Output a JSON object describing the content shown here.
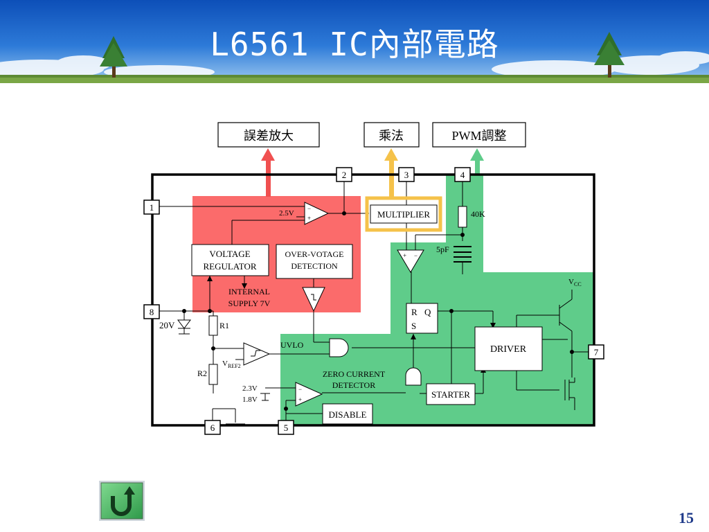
{
  "slide": {
    "title": "L6561  IC內部電路",
    "page_number": "15"
  },
  "diagram": {
    "top_labels": {
      "error_amp": "誤差放大",
      "multiplier": "乘法",
      "pwm": "PWM調整"
    },
    "pins": [
      "1",
      "2",
      "3",
      "4",
      "5",
      "6",
      "7",
      "8"
    ],
    "blocks": {
      "multiplier": "MULTIPLIER",
      "voltage_regulator_1": "VOLTAGE",
      "voltage_regulator_2": "REGULATOR",
      "ovp_1": "OVER-VOTAGE",
      "ovp_2": "DETECTION",
      "internal_supply_1": "INTERNAL",
      "internal_supply_2": "SUPPLY 7V",
      "driver": "DRIVER",
      "starter": "STARTER",
      "disable": "DISABLE",
      "zcd_1": "ZERO CURRENT",
      "zcd_2": "DETECTOR",
      "uvlo": "UVLO",
      "latch_r": "R",
      "latch_q": "Q",
      "latch_s": "S"
    },
    "components": {
      "ref_2v5": "2.5V",
      "res_40k": "40K",
      "cap_5pf": "5pF",
      "zener_20v": "20V",
      "r1": "R1",
      "r2": "R2",
      "vref2_main": "V",
      "vref2_sub": "REF2",
      "vcc_main": "V",
      "vcc_sub": "CC",
      "ref_2v3": "2.3V",
      "ref_1v8": "1.8V"
    }
  },
  "colors": {
    "red_zone": "#fb6b6b",
    "green_zone": "#5fcc8a",
    "yellow_border": "#f5c24a",
    "banner_blue": "#1f66c8"
  }
}
